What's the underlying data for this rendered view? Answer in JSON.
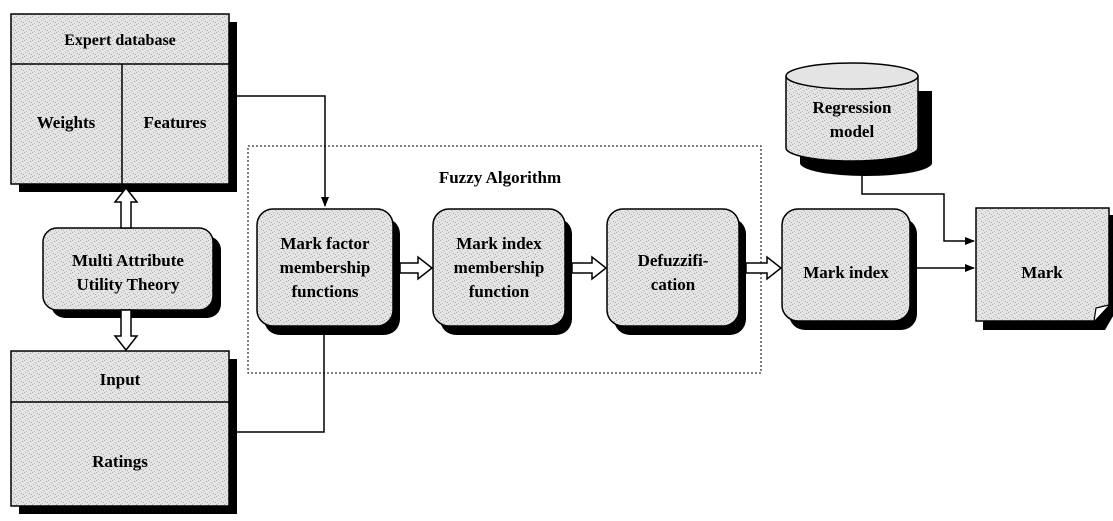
{
  "expert_db": {
    "title": "Expert database",
    "left": "Weights",
    "right": "Features"
  },
  "maut": {
    "line1": "Multi Attribute",
    "line2": "Utility Theory"
  },
  "input_db": {
    "title": "Input",
    "body": "Ratings"
  },
  "fuzzy": {
    "title": "Fuzzy Algorithm",
    "box1": {
      "line1": "Mark factor",
      "line2": "membership",
      "line3": "functions"
    },
    "box2": {
      "line1": "Mark index",
      "line2": "membership",
      "line3": "function"
    },
    "box3": {
      "line1": "Defuzzifi-",
      "line2": "cation"
    }
  },
  "mark_index": {
    "label": "Mark index"
  },
  "regression": {
    "line1": "Regression",
    "line2": "model"
  },
  "mark": {
    "label": "Mark"
  }
}
